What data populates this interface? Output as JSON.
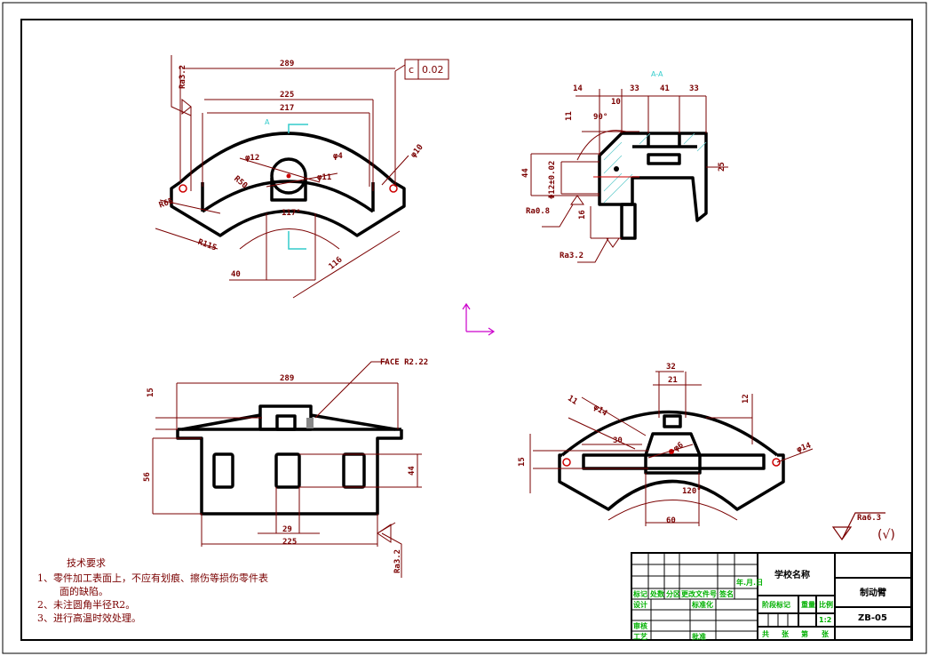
{
  "drawing": {
    "colors": {
      "outline": "#000000",
      "dimension": "#7a0000",
      "section": "#33cccc",
      "ucs": "#cc00cc",
      "titleblock_text": "#00b000"
    },
    "top_view": {
      "dims": [
        "289",
        "225",
        "217",
        "Ra3.2",
        "φ12",
        "φ4",
        "φ11",
        "R50",
        "φ10",
        "R65",
        "R115",
        "117°",
        "116",
        "40",
        "A"
      ],
      "tolerance": {
        "symbol": "c",
        "value": "0.02"
      }
    },
    "section_view": {
      "title": "A-A",
      "dims": [
        "14",
        "33",
        "41",
        "33",
        "10",
        "11",
        "90°",
        "44",
        "Φ12±0.02",
        "25",
        "Ra0.8",
        "16",
        "Ra3.2"
      ]
    },
    "front_view": {
      "dims": [
        "289",
        "15",
        "56",
        "44",
        "29",
        "225",
        "Ra3.2"
      ],
      "note": "FACE R2.22"
    },
    "bottom_view": {
      "dims": [
        "32",
        "21",
        "11",
        "φ14",
        "30",
        "12",
        "φ6",
        "φ14",
        "120°",
        "60",
        "15"
      ]
    },
    "roughness": {
      "value": "Ra6.3",
      "other": "(√)"
    },
    "requirements": {
      "title": "技术要求",
      "lines": [
        "1、零件加工表面上，不应有划痕、擦伤等损伤零件表",
        "面的缺陷。",
        "2、未注圆角半径R2。",
        "3、进行高温时效处理。"
      ]
    },
    "title_block": {
      "material": "学校名称",
      "part_name": "制动臂",
      "drawing_no": "ZB-05",
      "scale": "1:2",
      "headers": [
        "标记",
        "处数",
        "分区",
        "更改文件号",
        "签名",
        "年.月.日"
      ],
      "rows": [
        "设计",
        "标准化",
        "审核",
        "工艺",
        "批准"
      ],
      "stage_mark": "阶段标记",
      "weight": "重量",
      "scale_label": "比例",
      "sheets": [
        "共",
        "张",
        "第",
        "张"
      ]
    }
  }
}
